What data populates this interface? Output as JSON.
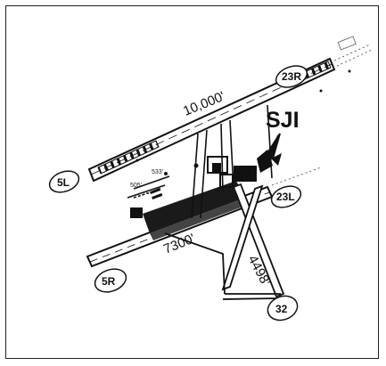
{
  "map": {
    "airport_code": "SJI",
    "runway_labels": {
      "r23r": "23R",
      "r5l": "5L",
      "r23l": "23L",
      "r5r": "5R",
      "r32": "32"
    },
    "lengths": {
      "main": "10,000'",
      "crosswind": "4498'",
      "short": "7300'"
    },
    "elevations": {
      "e1": "533'",
      "e2": "505'"
    },
    "colors": {
      "ink": "#111111",
      "paper": "#ffffff",
      "border": "#222222"
    }
  }
}
